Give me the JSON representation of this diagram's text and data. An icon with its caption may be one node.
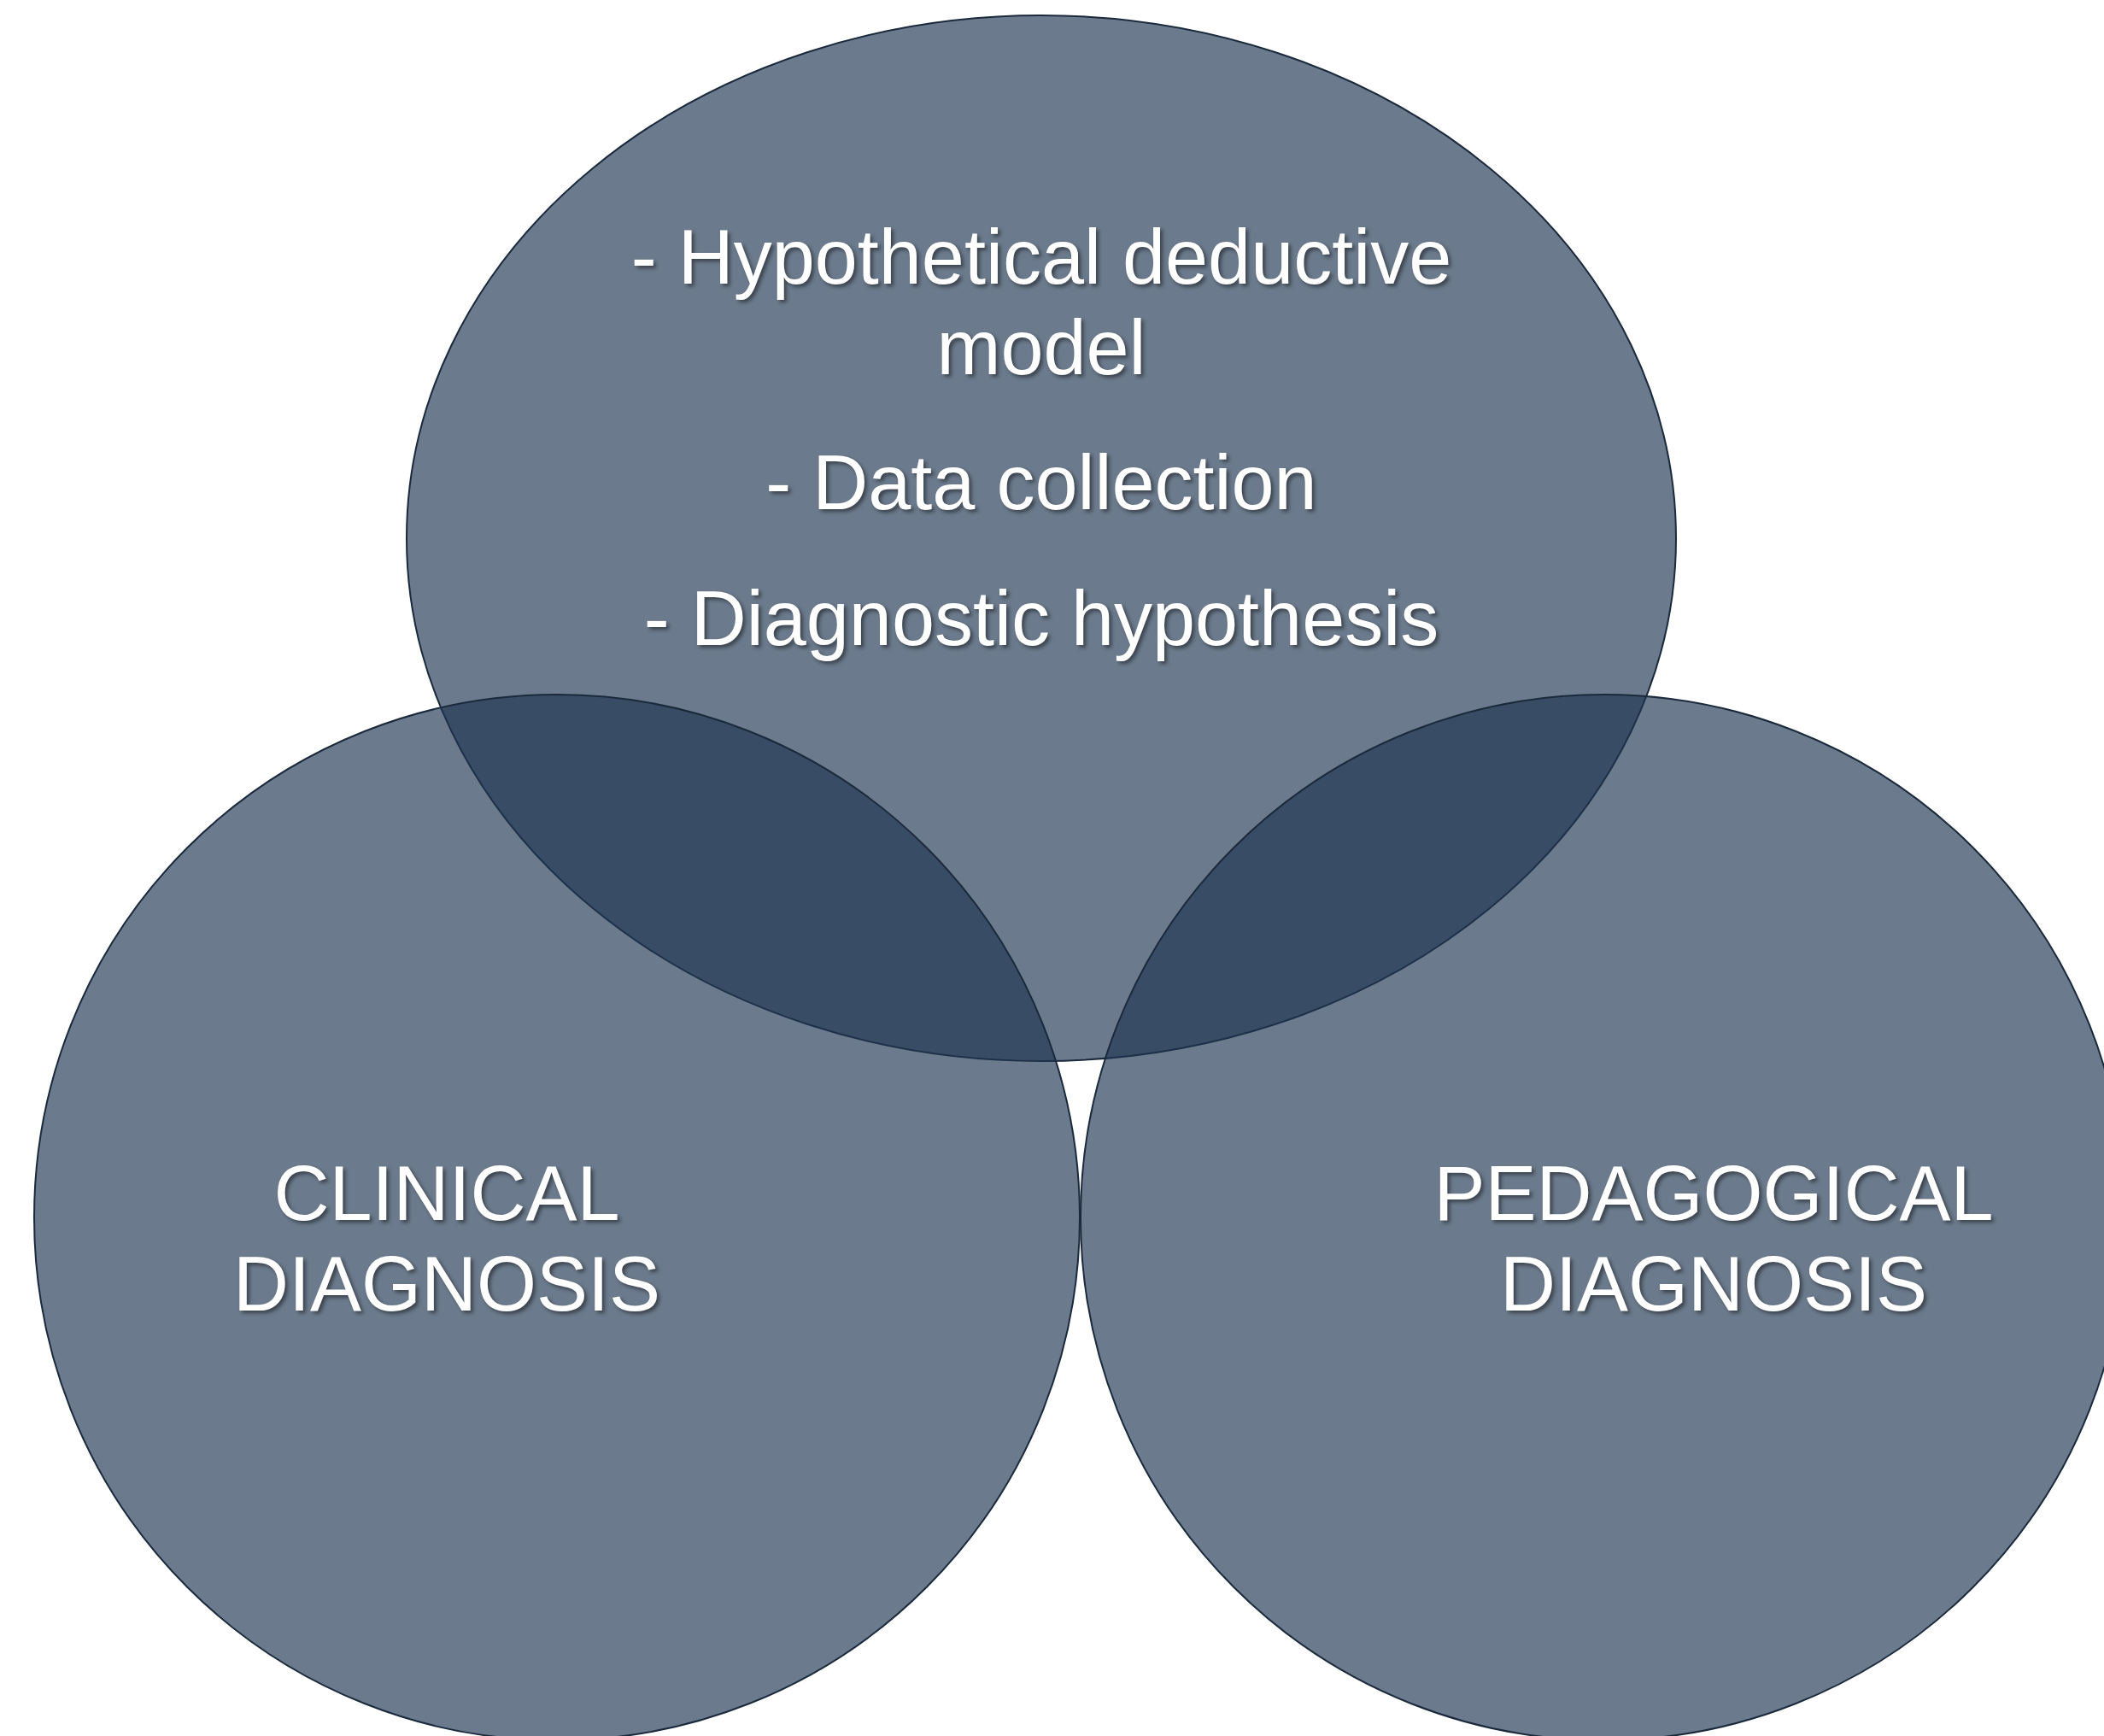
{
  "diagram": {
    "nodes": [
      {
        "text": [
          "- Hypothetical deductive model",
          "- Data collection",
          "- Diagnostic hypothesis"
        ]
      },
      {
        "text": [
          "CLINICAL DIAGNOSIS"
        ]
      },
      {
        "text": [
          "PEDAGOGICAL DIAGNOSIS"
        ]
      }
    ]
  }
}
